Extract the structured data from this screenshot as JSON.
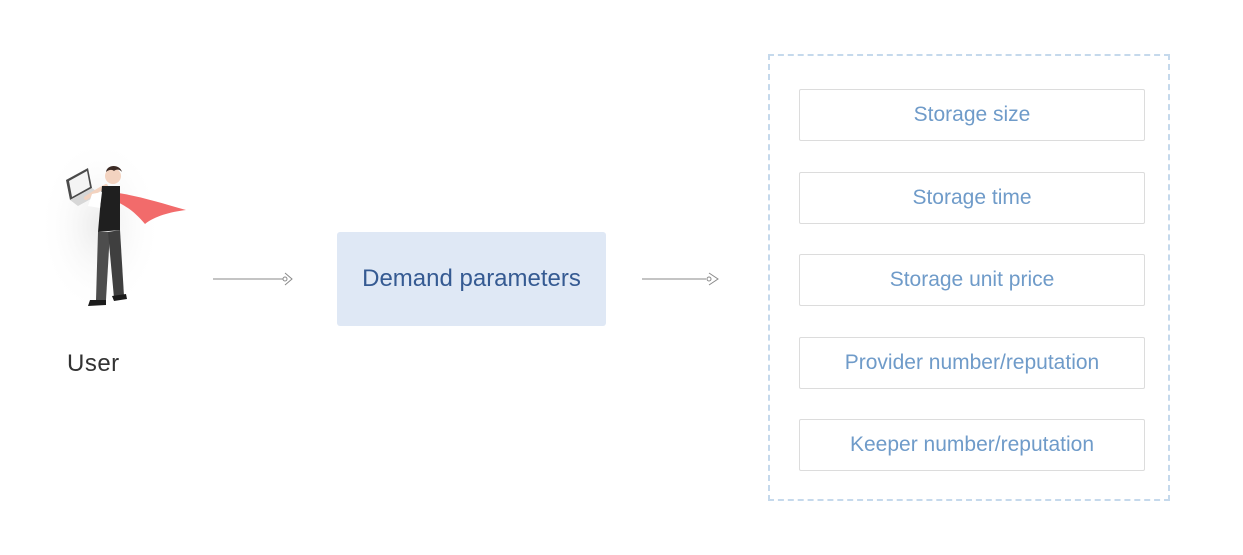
{
  "user": {
    "label": "User",
    "icon": "user-superhero-laptop-icon"
  },
  "demand": {
    "label": "Demand parameters"
  },
  "parameters": [
    "Storage size",
    "Storage time",
    "Storage unit price",
    "Provider number/reputation",
    "Keeper number/reputation"
  ],
  "colors": {
    "demand_box_bg": "#dfe8f5",
    "demand_text": "#355a92",
    "param_text": "#6f9bc9",
    "dashed_border": "#c5d9ec",
    "cape": "#f26b6b"
  }
}
